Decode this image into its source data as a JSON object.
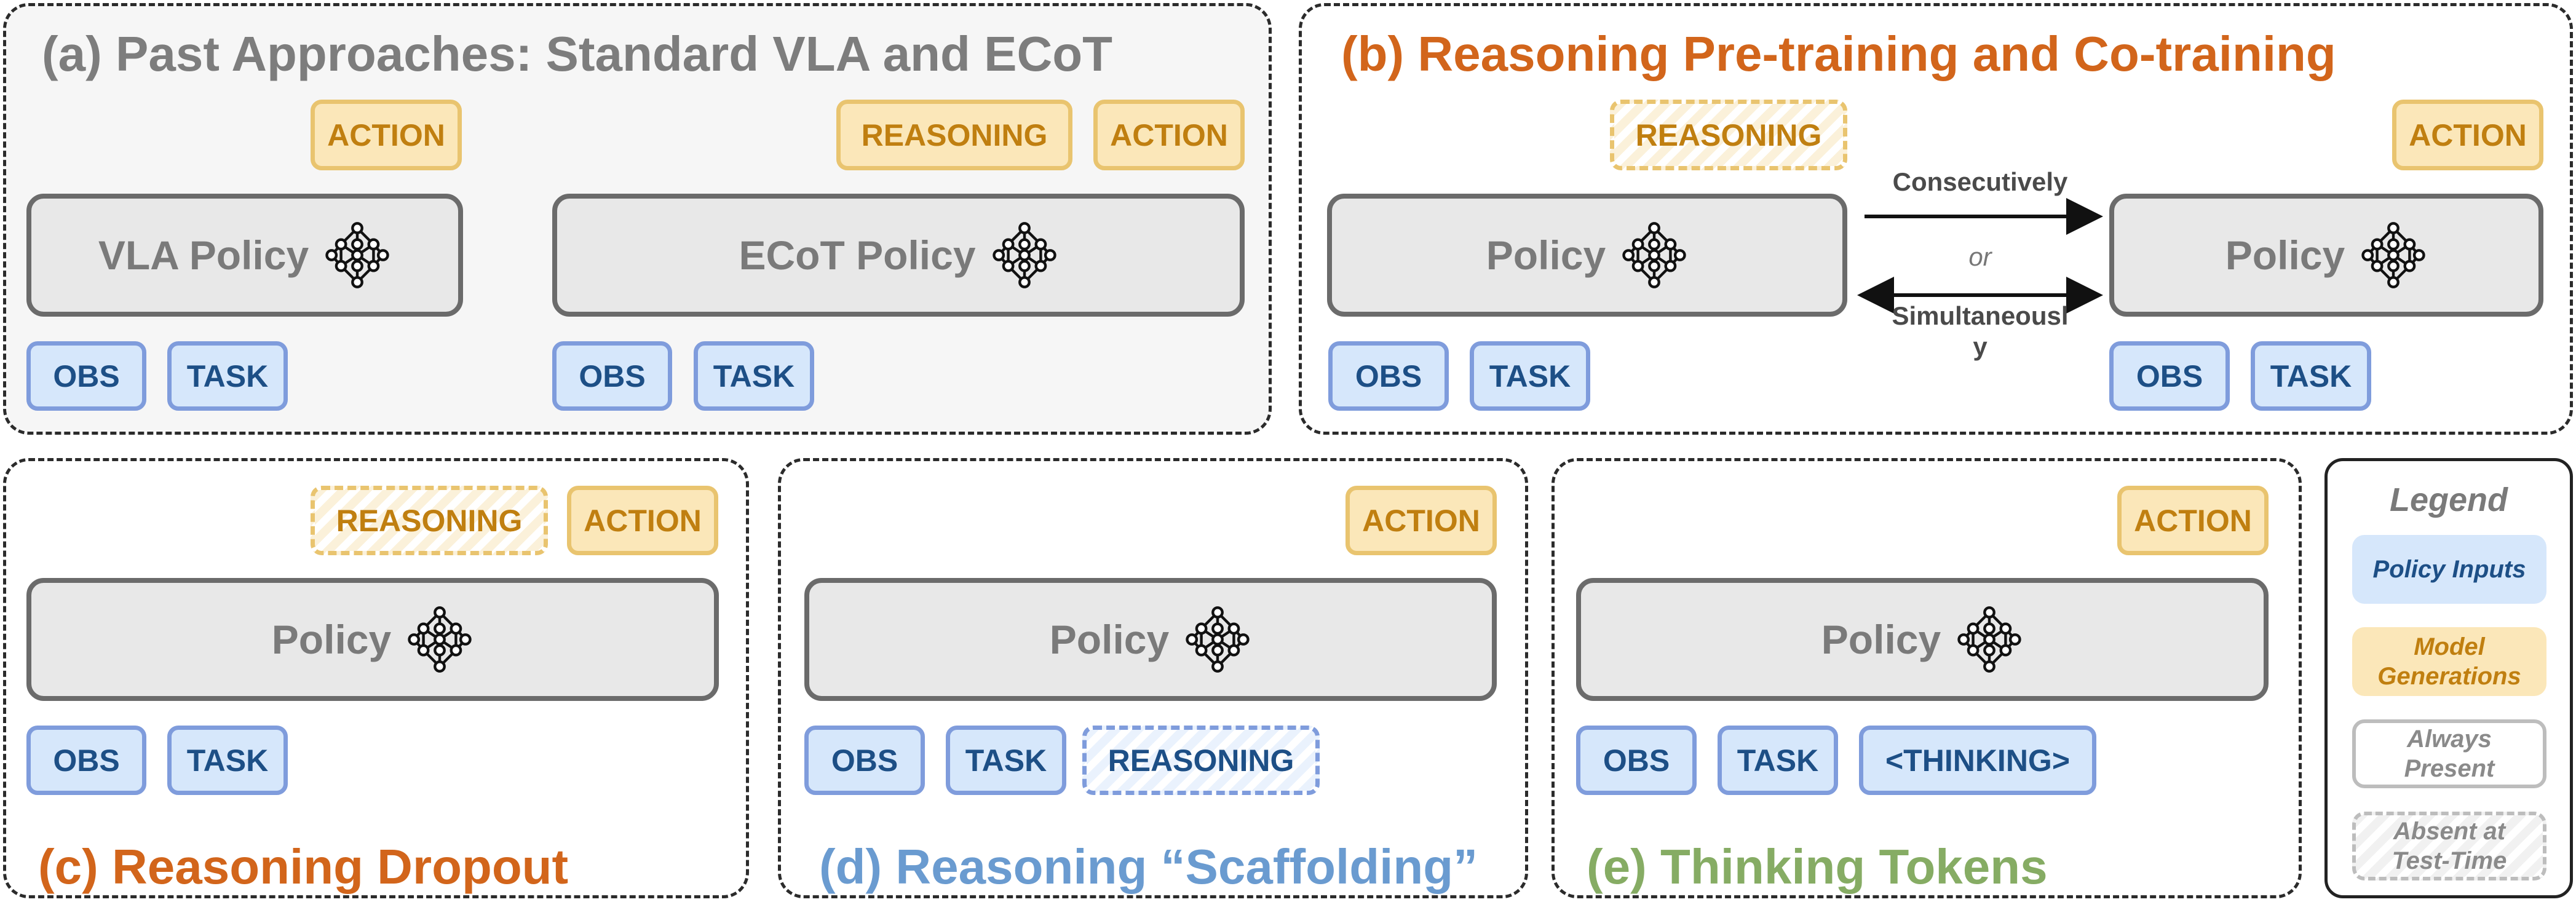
{
  "panels": {
    "a": {
      "title": "(a) Past Approaches: Standard VLA and ECoT",
      "vla_policy": "VLA Policy",
      "ecot_policy": "ECoT Policy",
      "action": "ACTION",
      "reasoning": "REASONING",
      "obs": "OBS",
      "task": "TASK"
    },
    "b": {
      "title": "(b) Reasoning Pre-training and Co-training",
      "policy": "Policy",
      "reasoning": "REASONING",
      "action": "ACTION",
      "obs": "OBS",
      "task": "TASK",
      "consecutively": "Consecutively",
      "or": "or",
      "simultaneously_line1": "Simultaneousl",
      "simultaneously_line2": "y"
    },
    "c": {
      "title": "(c) Reasoning Dropout",
      "policy": "Policy",
      "reasoning": "REASONING",
      "action": "ACTION",
      "obs": "OBS",
      "task": "TASK"
    },
    "d": {
      "title": "(d) Reasoning “Scaffolding”",
      "policy": "Policy",
      "action": "ACTION",
      "obs": "OBS",
      "task": "TASK",
      "reasoning": "REASONING"
    },
    "e": {
      "title": "(e) Thinking Tokens",
      "policy": "Policy",
      "action": "ACTION",
      "obs": "OBS",
      "task": "TASK",
      "thinking": "<THINKING>"
    }
  },
  "legend": {
    "title": "Legend",
    "inputs": "Policy Inputs",
    "generations_line1": "Model",
    "generations_line2": "Generations",
    "always_line1": "Always",
    "always_line2": "Present",
    "absent_line1": "Absent at",
    "absent_line2": "Test-Time"
  },
  "colors": {
    "title_orange": "#d2651b",
    "title_blue": "#6a9bd0",
    "title_green": "#86ac64",
    "title_gray": "#7d7d7d",
    "generation_fill": "#fbe7b9",
    "input_fill": "#d6e7fb"
  },
  "icons": {
    "policy": "neural-network-icon"
  }
}
